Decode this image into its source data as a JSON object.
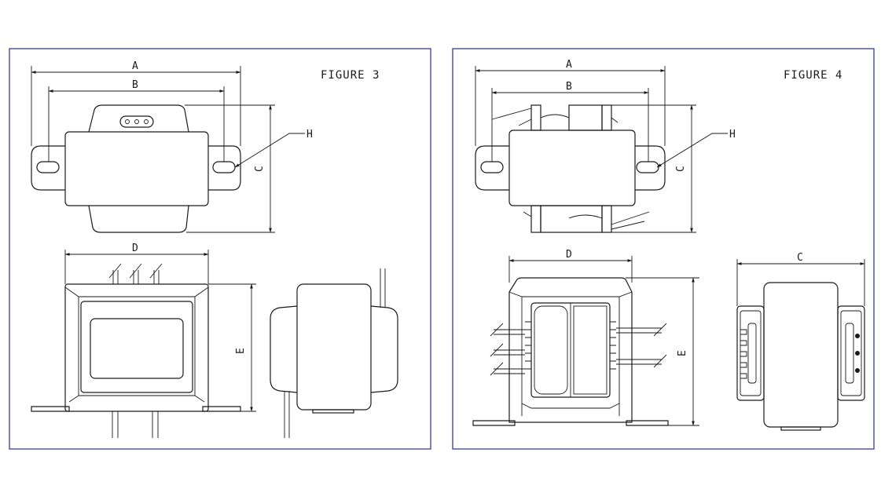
{
  "figure3": {
    "title": "FIGURE 3",
    "dims": {
      "a": "A",
      "b": "B",
      "c": "C",
      "d": "D",
      "e": "E",
      "h": "H"
    }
  },
  "figure4": {
    "title": "FIGURE 4",
    "dims": {
      "a": "A",
      "b": "B",
      "c": "C",
      "d": "D",
      "e": "E",
      "h": "H",
      "c2": "C"
    }
  }
}
